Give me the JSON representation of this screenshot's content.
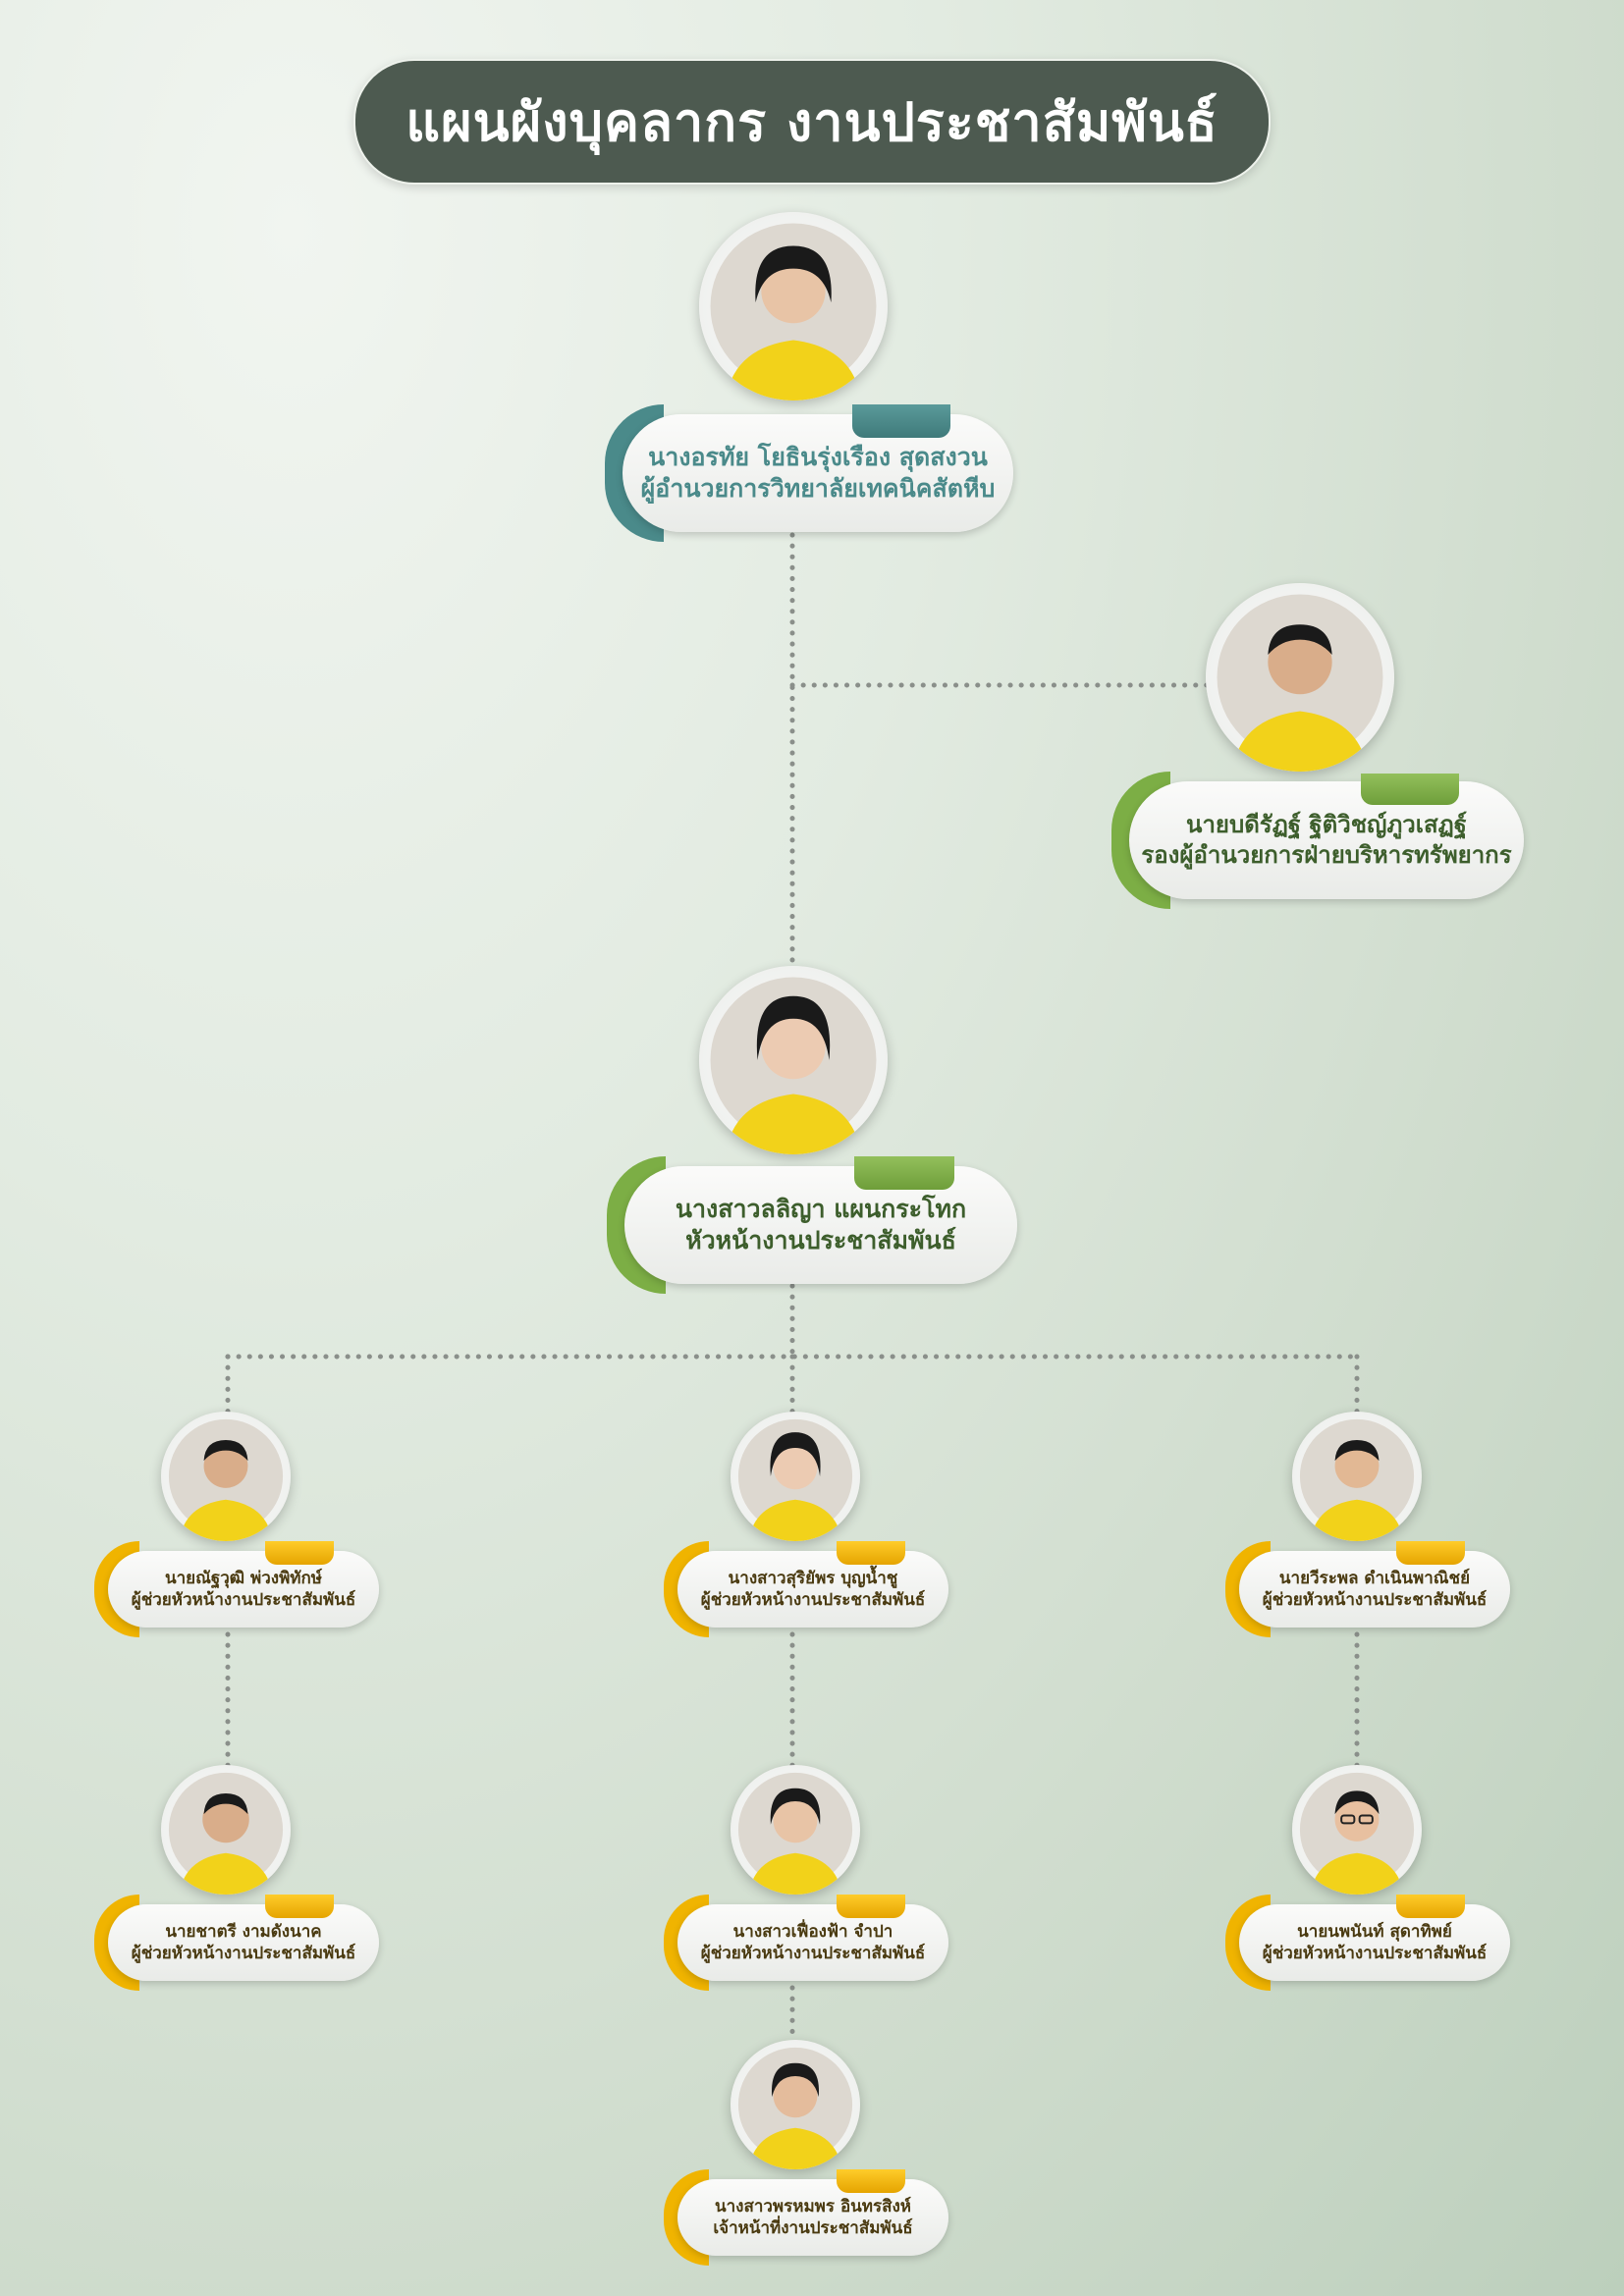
{
  "title": "แผนผังบุคลากร งานประชาสัมพันธ์",
  "colors": {
    "teal": "#4a8a8a",
    "green": "#7cae45",
    "gold": "#f0b400",
    "title_bg": "#4d5a50",
    "line": "#8a8f8a"
  },
  "people": {
    "director": {
      "name": "นางอรทัย โยธินรุ่งเรือง สุดสงวน",
      "position": "ผู้อำนวยการวิทยาลัยเทคนิคสัตหีบ"
    },
    "deputy": {
      "name": "นายบดีรัฏฐ์ ฐิติวิชญ์ภูวเสฏฐ์",
      "position": "รองผู้อำนวยการฝ่ายบริหารทรัพยากร"
    },
    "head": {
      "name": "นางสาวลลิญา แผนกระโทก",
      "position": "หัวหน้างานประชาสัมพันธ์"
    },
    "asst_left_1": {
      "name": "นายณัฐวุฒิ พ่วงพิทักษ์",
      "position": "ผู้ช่วยหัวหน้างานประชาสัมพันธ์"
    },
    "asst_mid_1": {
      "name": "นางสาวสุริยัพร บุญน้ำชู",
      "position": "ผู้ช่วยหัวหน้างานประชาสัมพันธ์"
    },
    "asst_right_1": {
      "name": "นายวีระพล ดำเนินพาณิชย์",
      "position": "ผู้ช่วยหัวหน้างานประชาสัมพันธ์"
    },
    "asst_left_2": {
      "name": "นายชาตรี งามดังนาค",
      "position": "ผู้ช่วยหัวหน้างานประชาสัมพันธ์"
    },
    "asst_mid_2": {
      "name": "นางสาวเฟื่องฟ้า จำปา",
      "position": "ผู้ช่วยหัวหน้างานประชาสัมพันธ์"
    },
    "asst_right_2": {
      "name": "นายนพนันท์ สุดาทิพย์",
      "position": "ผู้ช่วยหัวหน้างานประชาสัมพันธ์"
    },
    "officer": {
      "name": "นางสาวพรหมพร อินทรสิงห์",
      "position": "เจ้าหน้าที่งานประชาสัมพันธ์"
    }
  }
}
